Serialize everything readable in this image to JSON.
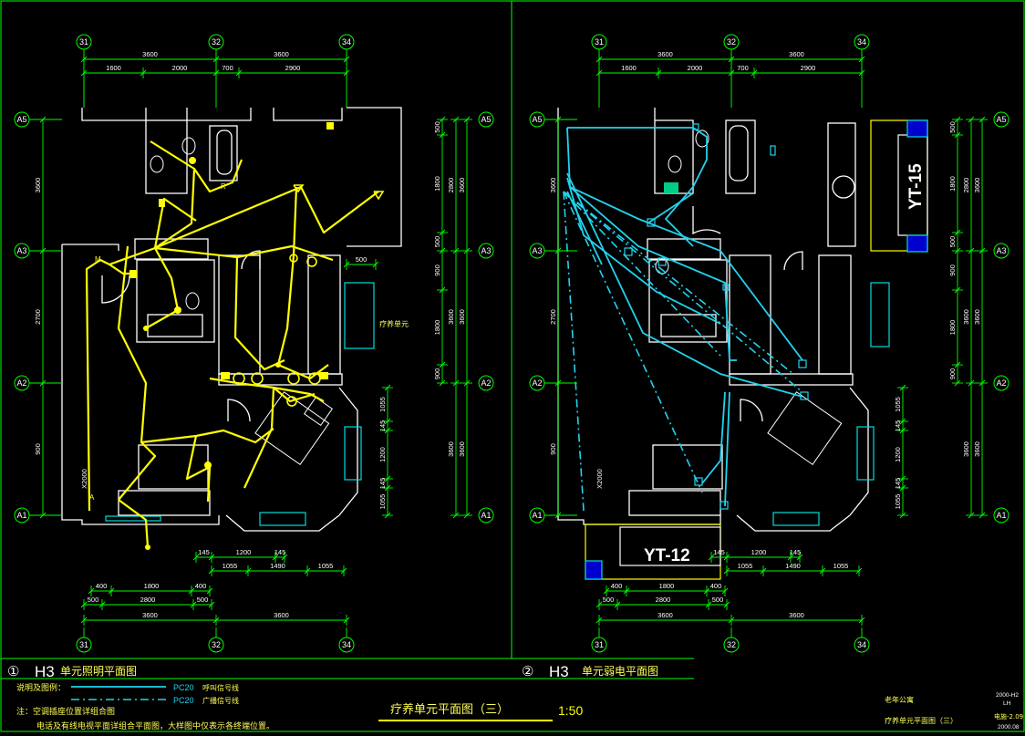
{
  "axes": {
    "columns": [
      "31",
      "32",
      "34"
    ],
    "rows": [
      "A5",
      "A3",
      "A2",
      "A1"
    ]
  },
  "dims": {
    "top_total": [
      "3600",
      "3600"
    ],
    "top_parts": [
      "1600",
      "2000",
      "700",
      "2900"
    ],
    "left_left": [
      "3600",
      "2700",
      "900",
      "3600"
    ],
    "left_small": "X2000",
    "right_a": [
      "500",
      "1800",
      "500",
      "900",
      "1800",
      "900"
    ],
    "right_b": [
      "2800",
      "3600",
      "3600"
    ],
    "right_c": [
      "3600",
      "3600",
      "3600"
    ],
    "bay_right": [
      "1055",
      "145",
      "1200",
      "145",
      "1055"
    ],
    "right_500": "500",
    "bottom_bay_top": [
      "145",
      "1200",
      "145"
    ],
    "bottom_bay": [
      "1055",
      "1490",
      "1055"
    ],
    "bottom_win_top": [
      "400",
      "1800",
      "400"
    ],
    "bottom_win": [
      "500",
      "2800",
      "500"
    ],
    "bottom_total": [
      "3600",
      "3600"
    ]
  },
  "plan1": {
    "index": "①",
    "code": "H3",
    "title": "单元照明平面图",
    "room_label": "疗养单元",
    "mark_m": "M",
    "mark_r": "R",
    "mark_a": "A"
  },
  "plan2": {
    "index": "②",
    "code": "H3",
    "title": "单元弱电平面图",
    "tag_top": "YT-15",
    "tag_bottom": "YT-12"
  },
  "legend": {
    "heading": "说明及图例：",
    "line1_code": "PC20",
    "line1_text": "呼叫信号线",
    "line2_code": "PC20",
    "line2_text": "广播信号线",
    "note_label": "注：",
    "note1": "空调插座位置详组合图",
    "note2": "电话及有线电视平面详组合平面图，大样图中仅表示各终端位置。"
  },
  "sheet": {
    "title": "疗养单元平面图（三）",
    "scale": "1:50",
    "project": "老年公寓",
    "drawing": "疗养单元平面图（三）",
    "code": "2000-H2",
    "sub": "LH",
    "sheet_no": "电施-2.09",
    "date": "2000.08"
  },
  "colors": {
    "background": "#000000",
    "lighting": "#ffff00",
    "weak_current": "#22d3ee",
    "walls": "#ffffff",
    "dimension": "#00ff00",
    "window": "#00dddd",
    "frame": "#00ff00"
  }
}
